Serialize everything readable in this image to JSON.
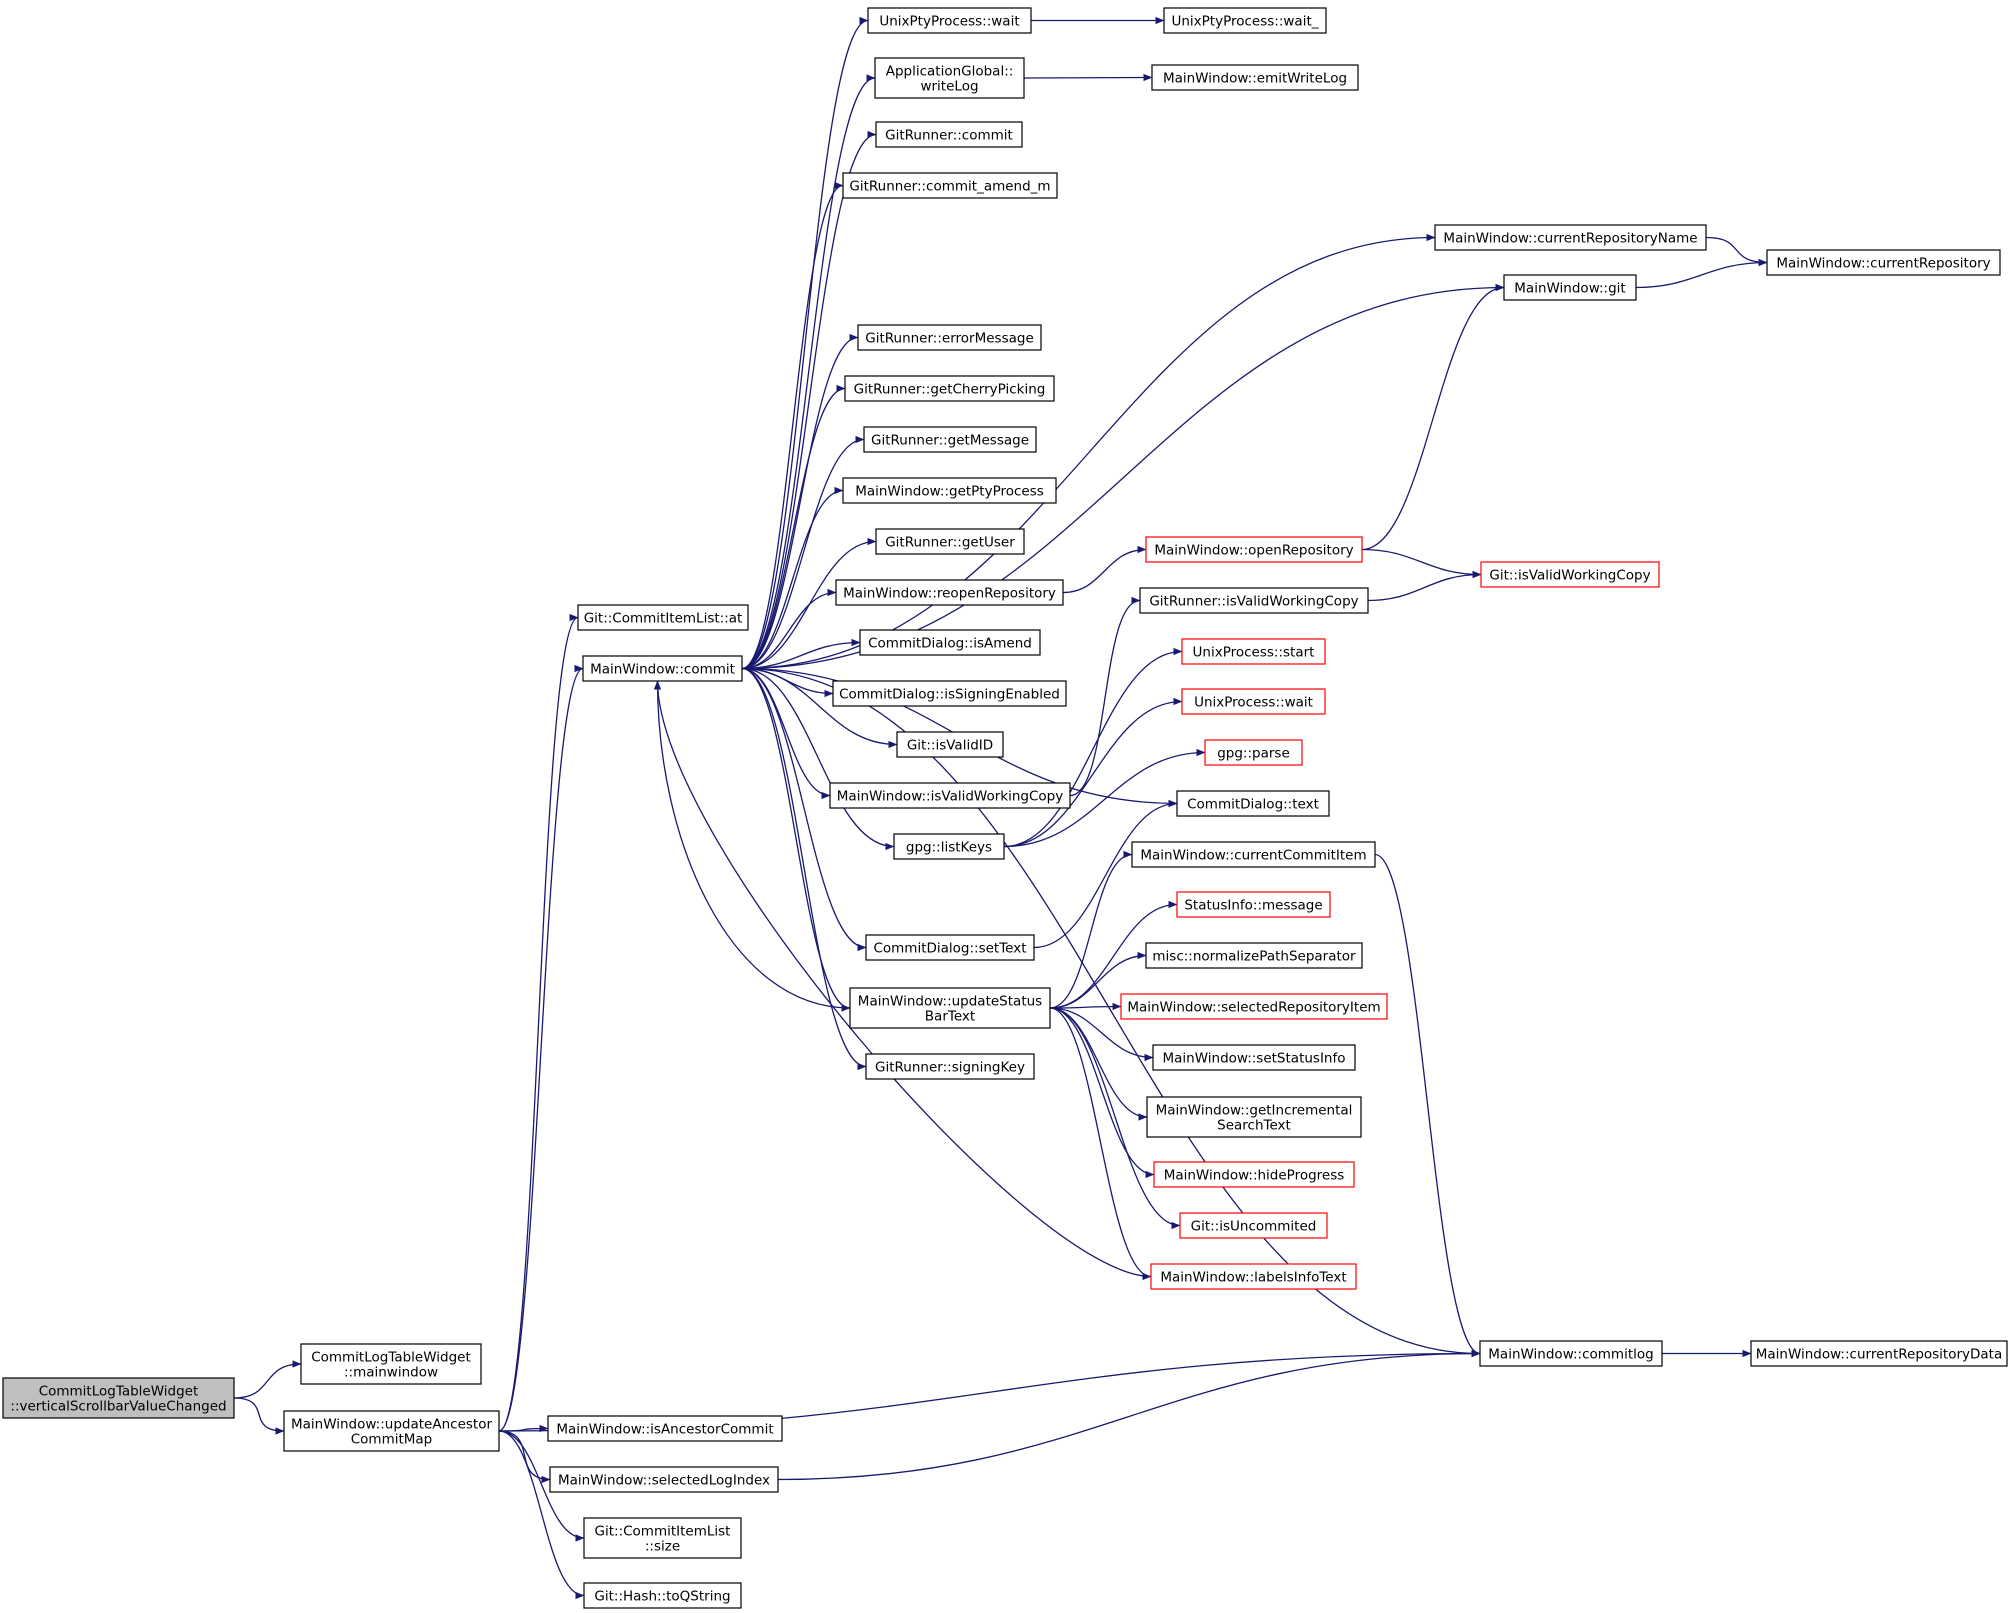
{
  "colors": {
    "edge": "#191970",
    "node_border": "#000000",
    "node_border_truncated": "#ff0000",
    "root_fill": "#bfbfbf",
    "background": "#ffffff"
  },
  "nodes": [
    {
      "id": "root",
      "lines": [
        "CommitLogTableWidget",
        "::verticalScrollbarValueChanged"
      ],
      "style": "root"
    },
    {
      "id": "clt_mainwindow",
      "lines": [
        "CommitLogTableWidget",
        "::mainwindow"
      ],
      "style": "normal"
    },
    {
      "id": "update_anc",
      "lines": [
        "MainWindow::updateAncestor",
        "CommitMap"
      ],
      "style": "normal"
    },
    {
      "id": "cil_at",
      "lines": [
        "Git::CommitItemList::at"
      ],
      "style": "normal"
    },
    {
      "id": "mw_commit",
      "lines": [
        "MainWindow::commit"
      ],
      "style": "normal"
    },
    {
      "id": "mw_isanc",
      "lines": [
        "MainWindow::isAncestorCommit"
      ],
      "style": "normal"
    },
    {
      "id": "mw_sellog",
      "lines": [
        "MainWindow::selectedLogIndex"
      ],
      "style": "normal"
    },
    {
      "id": "cil_size",
      "lines": [
        "Git::CommitItemList",
        "::size"
      ],
      "style": "normal"
    },
    {
      "id": "hash_toq",
      "lines": [
        "Git::Hash::toQString"
      ],
      "style": "normal"
    },
    {
      "id": "upty_wait",
      "lines": [
        "UnixPtyProcess::wait"
      ],
      "style": "normal"
    },
    {
      "id": "app_writelog",
      "lines": [
        "ApplicationGlobal::",
        "writeLog"
      ],
      "style": "normal"
    },
    {
      "id": "gr_commit",
      "lines": [
        "GitRunner::commit"
      ],
      "style": "normal"
    },
    {
      "id": "gr_amend",
      "lines": [
        "GitRunner::commit_amend_m"
      ],
      "style": "normal"
    },
    {
      "id": "gr_err",
      "lines": [
        "GitRunner::errorMessage"
      ],
      "style": "normal"
    },
    {
      "id": "gr_cherry",
      "lines": [
        "GitRunner::getCherryPicking"
      ],
      "style": "normal"
    },
    {
      "id": "gr_getmsg",
      "lines": [
        "GitRunner::getMessage"
      ],
      "style": "normal"
    },
    {
      "id": "mw_getpty",
      "lines": [
        "MainWindow::getPtyProcess"
      ],
      "style": "normal"
    },
    {
      "id": "gr_getuser",
      "lines": [
        "GitRunner::getUser"
      ],
      "style": "normal"
    },
    {
      "id": "mw_reopen",
      "lines": [
        "MainWindow::reopenRepository"
      ],
      "style": "normal"
    },
    {
      "id": "cd_isamend",
      "lines": [
        "CommitDialog::isAmend"
      ],
      "style": "normal"
    },
    {
      "id": "cd_signing",
      "lines": [
        "CommitDialog::isSigningEnabled"
      ],
      "style": "normal"
    },
    {
      "id": "git_validid",
      "lines": [
        "Git::isValidID"
      ],
      "style": "normal"
    },
    {
      "id": "mw_isvalidwc",
      "lines": [
        "MainWindow::isValidWorkingCopy"
      ],
      "style": "normal"
    },
    {
      "id": "gpg_listkeys",
      "lines": [
        "gpg::listKeys"
      ],
      "style": "normal"
    },
    {
      "id": "cd_settext",
      "lines": [
        "CommitDialog::setText"
      ],
      "style": "normal"
    },
    {
      "id": "mw_updstatus",
      "lines": [
        "MainWindow::updateStatus",
        "BarText"
      ],
      "style": "normal"
    },
    {
      "id": "gr_signkey",
      "lines": [
        "GitRunner::signingKey"
      ],
      "style": "normal"
    },
    {
      "id": "upty_wait_",
      "lines": [
        "UnixPtyProcess::wait_"
      ],
      "style": "normal"
    },
    {
      "id": "mw_emitlog",
      "lines": [
        "MainWindow::emitWriteLog"
      ],
      "style": "normal"
    },
    {
      "id": "mw_currepname",
      "lines": [
        "MainWindow::currentRepositoryName"
      ],
      "style": "normal"
    },
    {
      "id": "mw_git",
      "lines": [
        "MainWindow::git"
      ],
      "style": "normal"
    },
    {
      "id": "mw_openrepo",
      "lines": [
        "MainWindow::openRepository"
      ],
      "style": "red"
    },
    {
      "id": "gr_isvalidwc",
      "lines": [
        "GitRunner::isValidWorkingCopy"
      ],
      "style": "normal"
    },
    {
      "id": "up_start",
      "lines": [
        "UnixProcess::start"
      ],
      "style": "red"
    },
    {
      "id": "up_wait",
      "lines": [
        "UnixProcess::wait"
      ],
      "style": "red"
    },
    {
      "id": "gpg_parse",
      "lines": [
        "gpg::parse"
      ],
      "style": "red"
    },
    {
      "id": "cd_text",
      "lines": [
        "CommitDialog::text"
      ],
      "style": "normal"
    },
    {
      "id": "mw_curcommit",
      "lines": [
        "MainWindow::currentCommitItem"
      ],
      "style": "normal"
    },
    {
      "id": "si_message",
      "lines": [
        "StatusInfo::message"
      ],
      "style": "red"
    },
    {
      "id": "misc_norm",
      "lines": [
        "misc::normalizePathSeparator"
      ],
      "style": "normal"
    },
    {
      "id": "mw_selrepo",
      "lines": [
        "MainWindow::selectedRepositoryItem"
      ],
      "style": "red"
    },
    {
      "id": "mw_setstatus",
      "lines": [
        "MainWindow::setStatusInfo"
      ],
      "style": "normal"
    },
    {
      "id": "mw_getinc",
      "lines": [
        "MainWindow::getIncremental",
        "SearchText"
      ],
      "style": "normal"
    },
    {
      "id": "mw_hideprog",
      "lines": [
        "MainWindow::hideProgress"
      ],
      "style": "red"
    },
    {
      "id": "git_isuncom",
      "lines": [
        "Git::isUncommited"
      ],
      "style": "red"
    },
    {
      "id": "mw_labels",
      "lines": [
        "MainWindow::labelsInfoText"
      ],
      "style": "red"
    },
    {
      "id": "mw_commitlog",
      "lines": [
        "MainWindow::commitlog"
      ],
      "style": "normal"
    },
    {
      "id": "mw_currepo",
      "lines": [
        "MainWindow::currentRepository"
      ],
      "style": "normal"
    },
    {
      "id": "git_isvalidwc",
      "lines": [
        "Git::isValidWorkingCopy"
      ],
      "style": "red"
    },
    {
      "id": "mw_currepodata",
      "lines": [
        "MainWindow::currentRepositoryData"
      ],
      "style": "normal"
    }
  ],
  "edges": [
    [
      "root",
      "clt_mainwindow"
    ],
    [
      "root",
      "update_anc"
    ],
    [
      "update_anc",
      "cil_at"
    ],
    [
      "update_anc",
      "mw_commit"
    ],
    [
      "update_anc",
      "mw_commitlog"
    ],
    [
      "update_anc",
      "mw_isanc"
    ],
    [
      "update_anc",
      "mw_sellog"
    ],
    [
      "update_anc",
      "cil_size"
    ],
    [
      "update_anc",
      "hash_toq"
    ],
    [
      "mw_commit",
      "upty_wait"
    ],
    [
      "mw_commit",
      "app_writelog"
    ],
    [
      "mw_commit",
      "gr_commit"
    ],
    [
      "mw_commit",
      "gr_amend"
    ],
    [
      "mw_commit",
      "mw_currepname"
    ],
    [
      "mw_commit",
      "mw_git"
    ],
    [
      "mw_commit",
      "gr_err"
    ],
    [
      "mw_commit",
      "gr_cherry"
    ],
    [
      "mw_commit",
      "gr_getmsg"
    ],
    [
      "mw_commit",
      "mw_getpty"
    ],
    [
      "mw_commit",
      "gr_getuser"
    ],
    [
      "mw_commit",
      "mw_reopen"
    ],
    [
      "mw_commit",
      "cd_isamend"
    ],
    [
      "mw_commit",
      "cd_signing"
    ],
    [
      "mw_commit",
      "git_validid"
    ],
    [
      "mw_commit",
      "mw_isvalidwc"
    ],
    [
      "mw_commit",
      "gpg_listkeys"
    ],
    [
      "mw_commit",
      "cd_text"
    ],
    [
      "mw_commit",
      "cd_settext"
    ],
    [
      "mw_commit",
      "mw_updstatus"
    ],
    [
      "mw_commit",
      "gr_signkey"
    ],
    [
      "mw_commit",
      "mw_commitlog"
    ],
    [
      "upty_wait",
      "upty_wait_"
    ],
    [
      "app_writelog",
      "mw_emitlog"
    ],
    [
      "mw_currepname",
      "mw_currepo"
    ],
    [
      "mw_git",
      "mw_currepo"
    ],
    [
      "mw_reopen",
      "mw_openrepo"
    ],
    [
      "mw_openrepo",
      "mw_git"
    ],
    [
      "mw_openrepo",
      "git_isvalidwc"
    ],
    [
      "mw_isvalidwc",
      "gr_isvalidwc"
    ],
    [
      "gr_isvalidwc",
      "git_isvalidwc"
    ],
    [
      "gpg_listkeys",
      "up_start"
    ],
    [
      "gpg_listkeys",
      "up_wait"
    ],
    [
      "gpg_listkeys",
      "gpg_parse"
    ],
    [
      "cd_settext",
      "cd_text"
    ],
    [
      "mw_updstatus",
      "mw_commit"
    ],
    [
      "mw_updstatus",
      "mw_curcommit"
    ],
    [
      "mw_updstatus",
      "si_message"
    ],
    [
      "mw_updstatus",
      "misc_norm"
    ],
    [
      "mw_updstatus",
      "mw_selrepo"
    ],
    [
      "mw_updstatus",
      "mw_setstatus"
    ],
    [
      "mw_updstatus",
      "mw_getinc"
    ],
    [
      "mw_updstatus",
      "mw_hideprog"
    ],
    [
      "mw_updstatus",
      "git_isuncom"
    ],
    [
      "mw_updstatus",
      "mw_labels"
    ],
    [
      "mw_labels",
      "mw_commit"
    ],
    [
      "mw_curcommit",
      "mw_commitlog"
    ],
    [
      "mw_sellog",
      "mw_commitlog"
    ],
    [
      "mw_commitlog",
      "mw_currepodata"
    ]
  ]
}
